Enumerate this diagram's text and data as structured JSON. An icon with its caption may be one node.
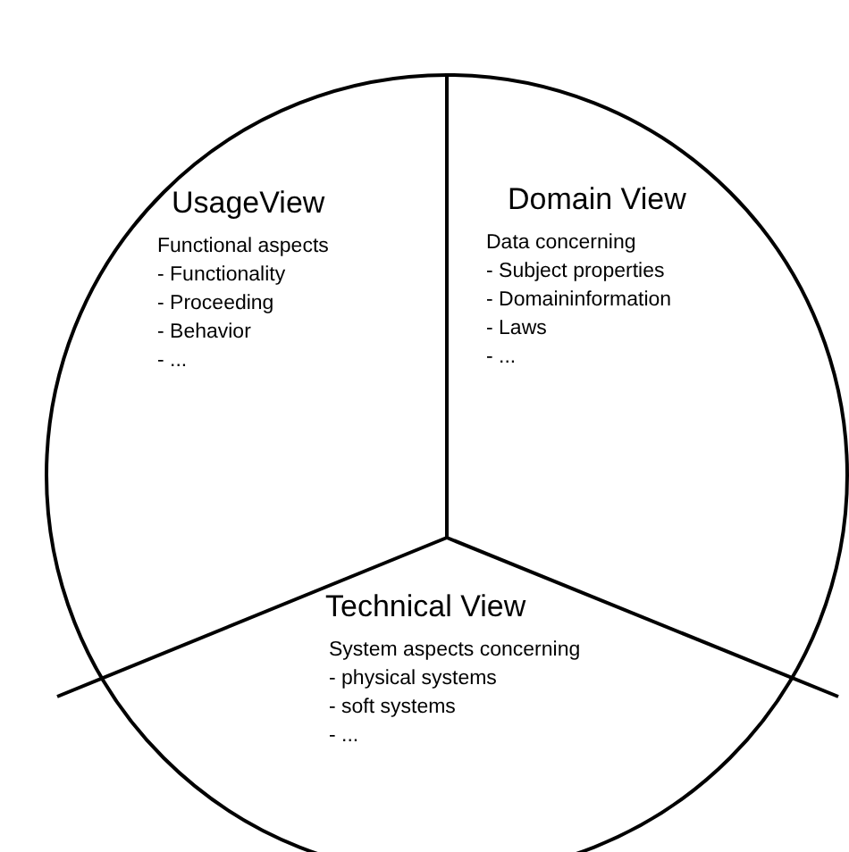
{
  "diagram": {
    "nodes": [
      {
        "text": [
          "UsageView",
          "Functional aspects",
          "- Functionality",
          "- Proceeding",
          "- Behavior",
          "- ..."
        ]
      },
      {
        "text": [
          "Domain View",
          "Data concerning",
          "- Subject properties",
          "- Domaininformation",
          "- Laws",
          "- ..."
        ]
      },
      {
        "text": [
          "Technical View",
          "System aspects concerning",
          "- physical systems",
          "- soft systems",
          "- ..."
        ]
      }
    ]
  }
}
